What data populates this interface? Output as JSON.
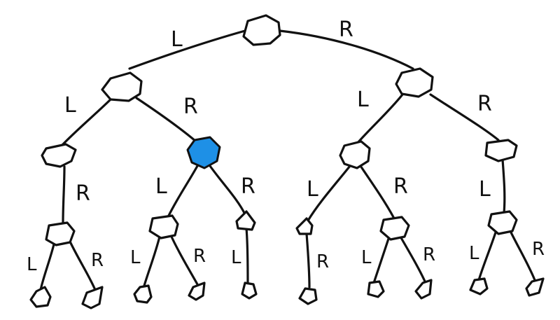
{
  "colors": {
    "ink": "#111111",
    "node_fill": "#ffffff",
    "highlight_fill": "#1e90e6",
    "highlight_stroke": "#0f5f9a"
  },
  "tree": {
    "root_id": "n0",
    "highlighted_node": "n1-1",
    "edges": [
      {
        "id": "e-root-l",
        "label": "L"
      },
      {
        "id": "e-root-r",
        "label": "R"
      },
      {
        "id": "e-n1-0-l",
        "label": "L"
      },
      {
        "id": "e-n1-0-r",
        "label": "R"
      },
      {
        "id": "e-n1-2-l",
        "label": "L"
      },
      {
        "id": "e-n1-2-r",
        "label": "R"
      },
      {
        "id": "e-n2-0-r",
        "label": "R"
      },
      {
        "id": "e-n2-1-l",
        "label": "L"
      },
      {
        "id": "e-n2-1-r",
        "label": "R"
      },
      {
        "id": "e-n2-2-l",
        "label": "L"
      },
      {
        "id": "e-n2-2-r",
        "label": "R"
      },
      {
        "id": "e-n2-3-l",
        "label": "L"
      },
      {
        "id": "e-n3-0-l",
        "label": "L"
      },
      {
        "id": "e-n3-0-r",
        "label": "R"
      },
      {
        "id": "e-n3-1-l",
        "label": "L"
      },
      {
        "id": "e-n3-1-r",
        "label": "R"
      },
      {
        "id": "e-n3-2-l",
        "label": "L"
      },
      {
        "id": "e-n3-3-r",
        "label": "R"
      },
      {
        "id": "e-n3-4-l",
        "label": "L"
      },
      {
        "id": "e-n3-4-r",
        "label": "R"
      },
      {
        "id": "e-n3-5-l",
        "label": "L"
      },
      {
        "id": "e-n3-5-r",
        "label": "R"
      }
    ]
  }
}
